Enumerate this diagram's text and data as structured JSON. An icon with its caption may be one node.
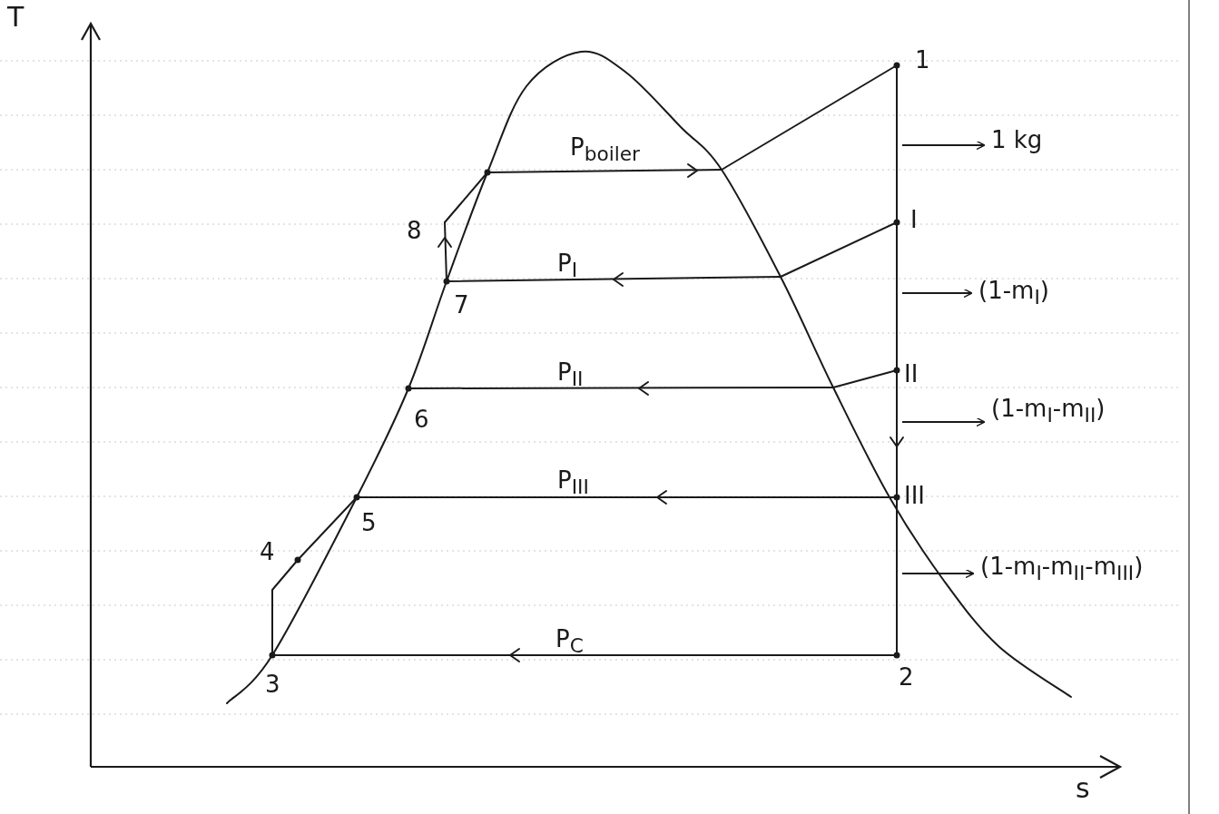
{
  "diagram": {
    "nodes": [
      {
        "text": [
          "1 kg"
        ]
      },
      {
        "text": [
          "(1-m$_{I}$)"
        ]
      },
      {
        "text": [
          "(1-m$_{I}$-m$_{II}$)"
        ]
      },
      {
        "text": [
          "(1-m$_{I}$-m$_{II}$-m$_{III}$)"
        ]
      }
    ],
    "edges": [
      {
        "from": null,
        "to": 0,
        "arrow": "to"
      },
      {
        "from": null,
        "to": 1,
        "arrow": "to"
      },
      {
        "from": null,
        "to": 2,
        "arrow": "to"
      },
      {
        "from": null,
        "to": 3,
        "arrow": "to"
      }
    ],
    "labels": [
      "T",
      "1",
      "P$_{boiler}$",
      "8",
      "I",
      "P$_{I}$",
      "7",
      "P$_{II}$",
      "II",
      "6",
      "P$_{III}$",
      "III",
      "5",
      "4",
      "P$_{C}$",
      "3",
      "2",
      "s"
    ]
  }
}
